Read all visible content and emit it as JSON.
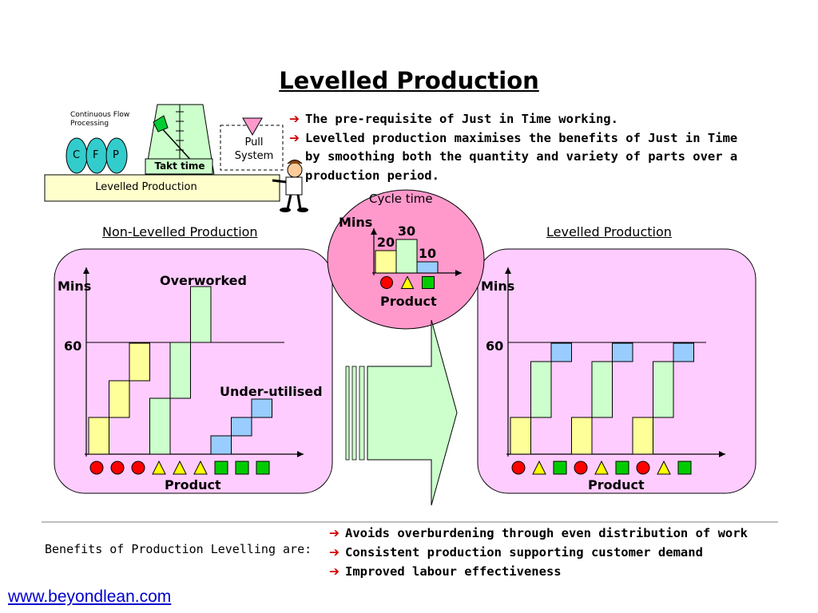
{
  "title": "Levelled Production",
  "header_diagram": {
    "cfp_caption": "Continuous Flow Processing",
    "cfp_letters": [
      "C",
      "F",
      "P"
    ],
    "takt_label": "Takt time",
    "pull_label_line1": "Pull",
    "pull_label_line2": "System",
    "base_label": "Levelled Production"
  },
  "intro_bullets": [
    "The pre-requisite of Just in Time working.",
    "Levelled production maximises the benefits of Just in Time",
    "by smoothing both the quantity and variety of parts over a",
    "production period."
  ],
  "cycle_time": {
    "title": "Cycle time",
    "ylabel": "Mins",
    "xlabel": "Product",
    "values": [
      20,
      30,
      10
    ],
    "colors": [
      "#ffff99",
      "#ccffcc",
      "#99ccff"
    ],
    "markers": [
      "circle",
      "triangle",
      "square"
    ]
  },
  "left_chart": {
    "heading": "Non-Levelled Production",
    "ylabel": "Mins",
    "y_tick": "60",
    "label_over": "Overworked",
    "label_under": "Under-utilised",
    "xlabel": "Product",
    "markers": [
      "circle",
      "circle",
      "circle",
      "triangle",
      "triangle",
      "triangle",
      "square",
      "square",
      "square"
    ]
  },
  "right_chart": {
    "heading": "Levelled Production",
    "ylabel": "Mins",
    "y_tick": "60",
    "xlabel": "Product",
    "markers": [
      "circle",
      "triangle",
      "square",
      "circle",
      "triangle",
      "square",
      "circle",
      "triangle",
      "square"
    ]
  },
  "benefits": {
    "heading": "Benefits of Production Levelling are:",
    "items": [
      "Avoids overburdening through even distribution of work",
      "Consistent production supporting customer demand",
      "Improved labour effectiveness"
    ]
  },
  "footer_link": "www.beyondlean.com",
  "colors": {
    "panel_fill": "#ffccff",
    "bubble_fill": "#ff99cc",
    "yellow": "#ffff99",
    "green": "#ccffcc",
    "blue": "#99ccff",
    "marker_red": "#ff0000",
    "marker_yellow": "#ffff00",
    "marker_green": "#00cc00",
    "arrow_fill": "#ccffcc",
    "base_bar": "#ffffcc",
    "bullet_arrow": "#d10000"
  },
  "icons": [
    "right-arrow-icon",
    "person-pointing-icon",
    "pull-triangle-icon",
    "takt-flag-icon"
  ]
}
